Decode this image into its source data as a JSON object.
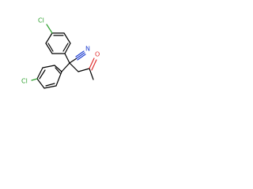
{
  "molecule": {
    "atoms": {
      "cl_top": "Cl",
      "cl_bottom": "Cl",
      "nitrogen": "N",
      "oxygen": "O"
    },
    "colors": {
      "chlorine": "#2d9f2d",
      "nitrogen": "#1f3fd0",
      "oxygen": "#e03030",
      "bond": "#000000"
    }
  }
}
